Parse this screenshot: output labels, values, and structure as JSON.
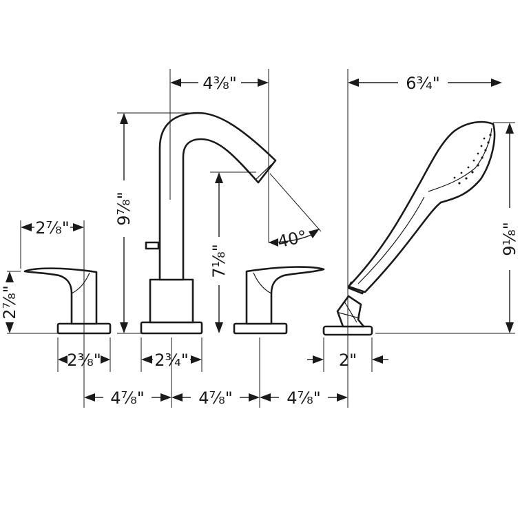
{
  "colors": {
    "line": "#1a1a1a",
    "background": "#ffffff"
  },
  "dimensions": {
    "spout_reach": "4³⁄₈\"",
    "spout_height": "9⁷⁄₈\"",
    "spout_outlet_height": "7¹⁄₈\"",
    "spout_angle": "40°",
    "spout_base_width": "2³⁄₄\"",
    "handle_length": "2⁷⁄₈\"",
    "handle_height": "2⁷⁄₈\"",
    "handle_base_width": "2³⁄₈\"",
    "center_spacing_1": "4⁷⁄₈\"",
    "center_spacing_2": "4⁷⁄₈\"",
    "center_spacing_3": "4⁷⁄₈\"",
    "handshower_length": "6³⁄₄\"",
    "handshower_height": "9¹⁄₈\"",
    "handshower_base_width": "2\""
  }
}
